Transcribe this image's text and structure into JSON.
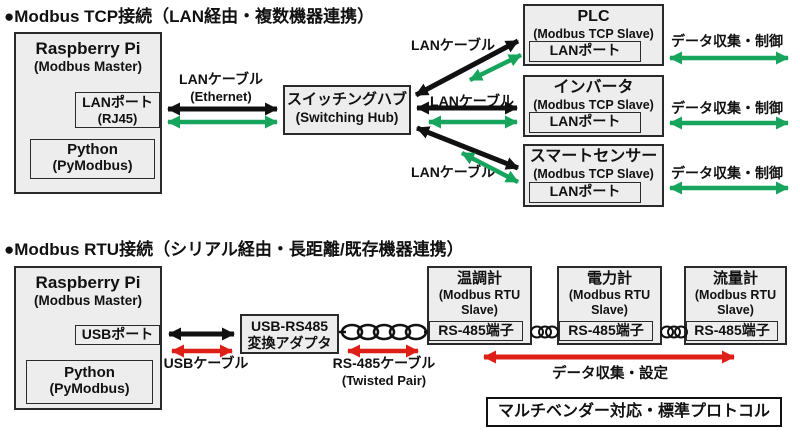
{
  "colors": {
    "arrow_black": "#111111",
    "arrow_green": "#17a45c",
    "arrow_red": "#dd1f17",
    "box_fill": "#ededed",
    "box_border": "#2a2a2a",
    "background": "#ffffff"
  },
  "tcp": {
    "title": "●Modbus TCP接続（LAN経由・複数機器連携）",
    "master": {
      "title": "Raspberry Pi",
      "subtitle": "(Modbus Master)",
      "port": "LANポート",
      "port_sub": "(RJ45)",
      "software": "Python",
      "software_sub": "(PyModbus)"
    },
    "main_cable": {
      "label": "LANケーブル",
      "sub": "(Ethernet)"
    },
    "hub": {
      "title": "スイッチングハブ",
      "subtitle": "(Switching Hub)"
    },
    "branch_cables": [
      "LANケーブル",
      "LANケーブル",
      "LANケーブル"
    ],
    "slaves": [
      {
        "name": "PLC",
        "subtitle": "(Modbus TCP Slave)",
        "port": "LANポート",
        "action": "データ収集・制御"
      },
      {
        "name": "インバータ",
        "subtitle": "(Modbus TCP Slave)",
        "port": "LANポート",
        "action": "データ収集・制御"
      },
      {
        "name": "スマートセンサー",
        "subtitle": "(Modbus TCP Slave)",
        "port": "LANポート",
        "action": "データ収集・制御"
      }
    ]
  },
  "rtu": {
    "title": "●Modbus RTU接続（シリアル経由・長距離/既存機器連携）",
    "master": {
      "title": "Raspberry Pi",
      "subtitle": "(Modbus Master)",
      "port": "USBポート",
      "software": "Python",
      "software_sub": "(PyModbus)"
    },
    "usb_cable": {
      "label": "USBケーブル"
    },
    "adapter": {
      "line1": "USB-RS485",
      "line2": "変換アダプタ"
    },
    "rs485_cable": {
      "label": "RS-485ケーブル",
      "sub": "(Twisted Pair)"
    },
    "slaves": [
      {
        "name": "温調計",
        "subtitle": "(Modbus RTU Slave)",
        "port": "RS-485端子"
      },
      {
        "name": "電力計",
        "subtitle": "(Modbus RTU Slave)",
        "port": "RS-485端子"
      },
      {
        "name": "流量計",
        "subtitle": "(Modbus RTU Slave)",
        "port": "RS-485端子"
      }
    ],
    "action_label": "データ収集・設定",
    "banner": "マルチベンダー対応・標準プロトコル"
  }
}
